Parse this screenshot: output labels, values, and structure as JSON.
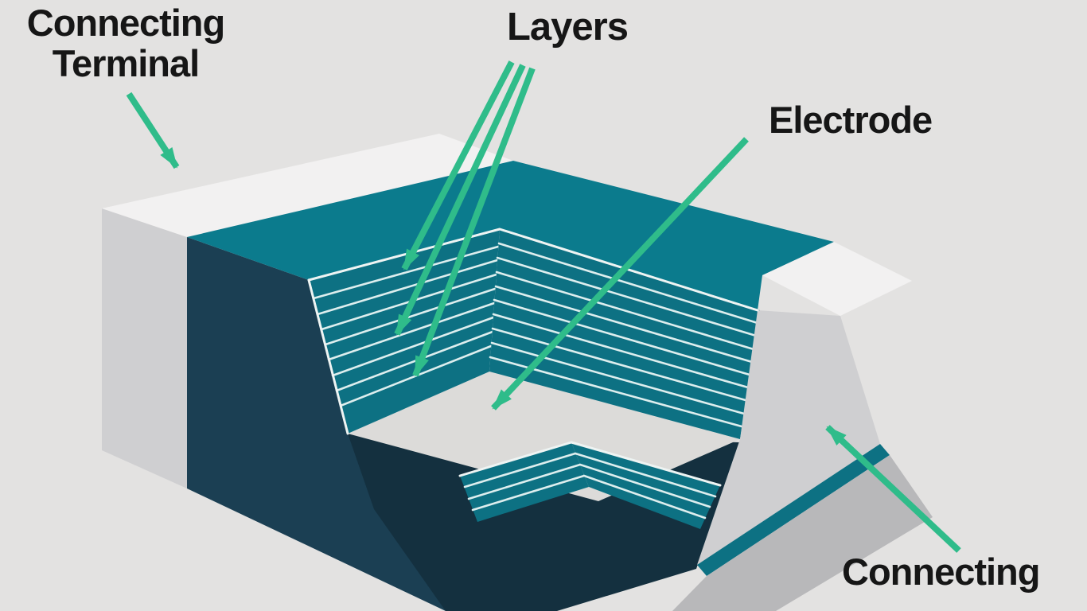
{
  "diagram": {
    "subject": "multilayer-capacitor-cutaway",
    "labels": {
      "connecting_terminal_line1": "Connecting",
      "connecting_terminal_line2": "Terminal",
      "layers": "Layers",
      "electrode": "Electrode",
      "connecting": "Connecting"
    },
    "colors": {
      "background": "#e3e2e1",
      "arrow_green": "#2fbc8a",
      "teal_top": "#0b7b8d",
      "teal_face": "#0d7183",
      "navy_front": "#1b3f53",
      "navy_dark": "#14303f",
      "terminal_white": "#f2f1f1",
      "terminal_gray": "#cfcfd1",
      "floor_gray": "#dcdbd9",
      "under_gray": "#b8b8ba",
      "layer_line": "#ddeeee",
      "label_text": "#161616"
    }
  }
}
